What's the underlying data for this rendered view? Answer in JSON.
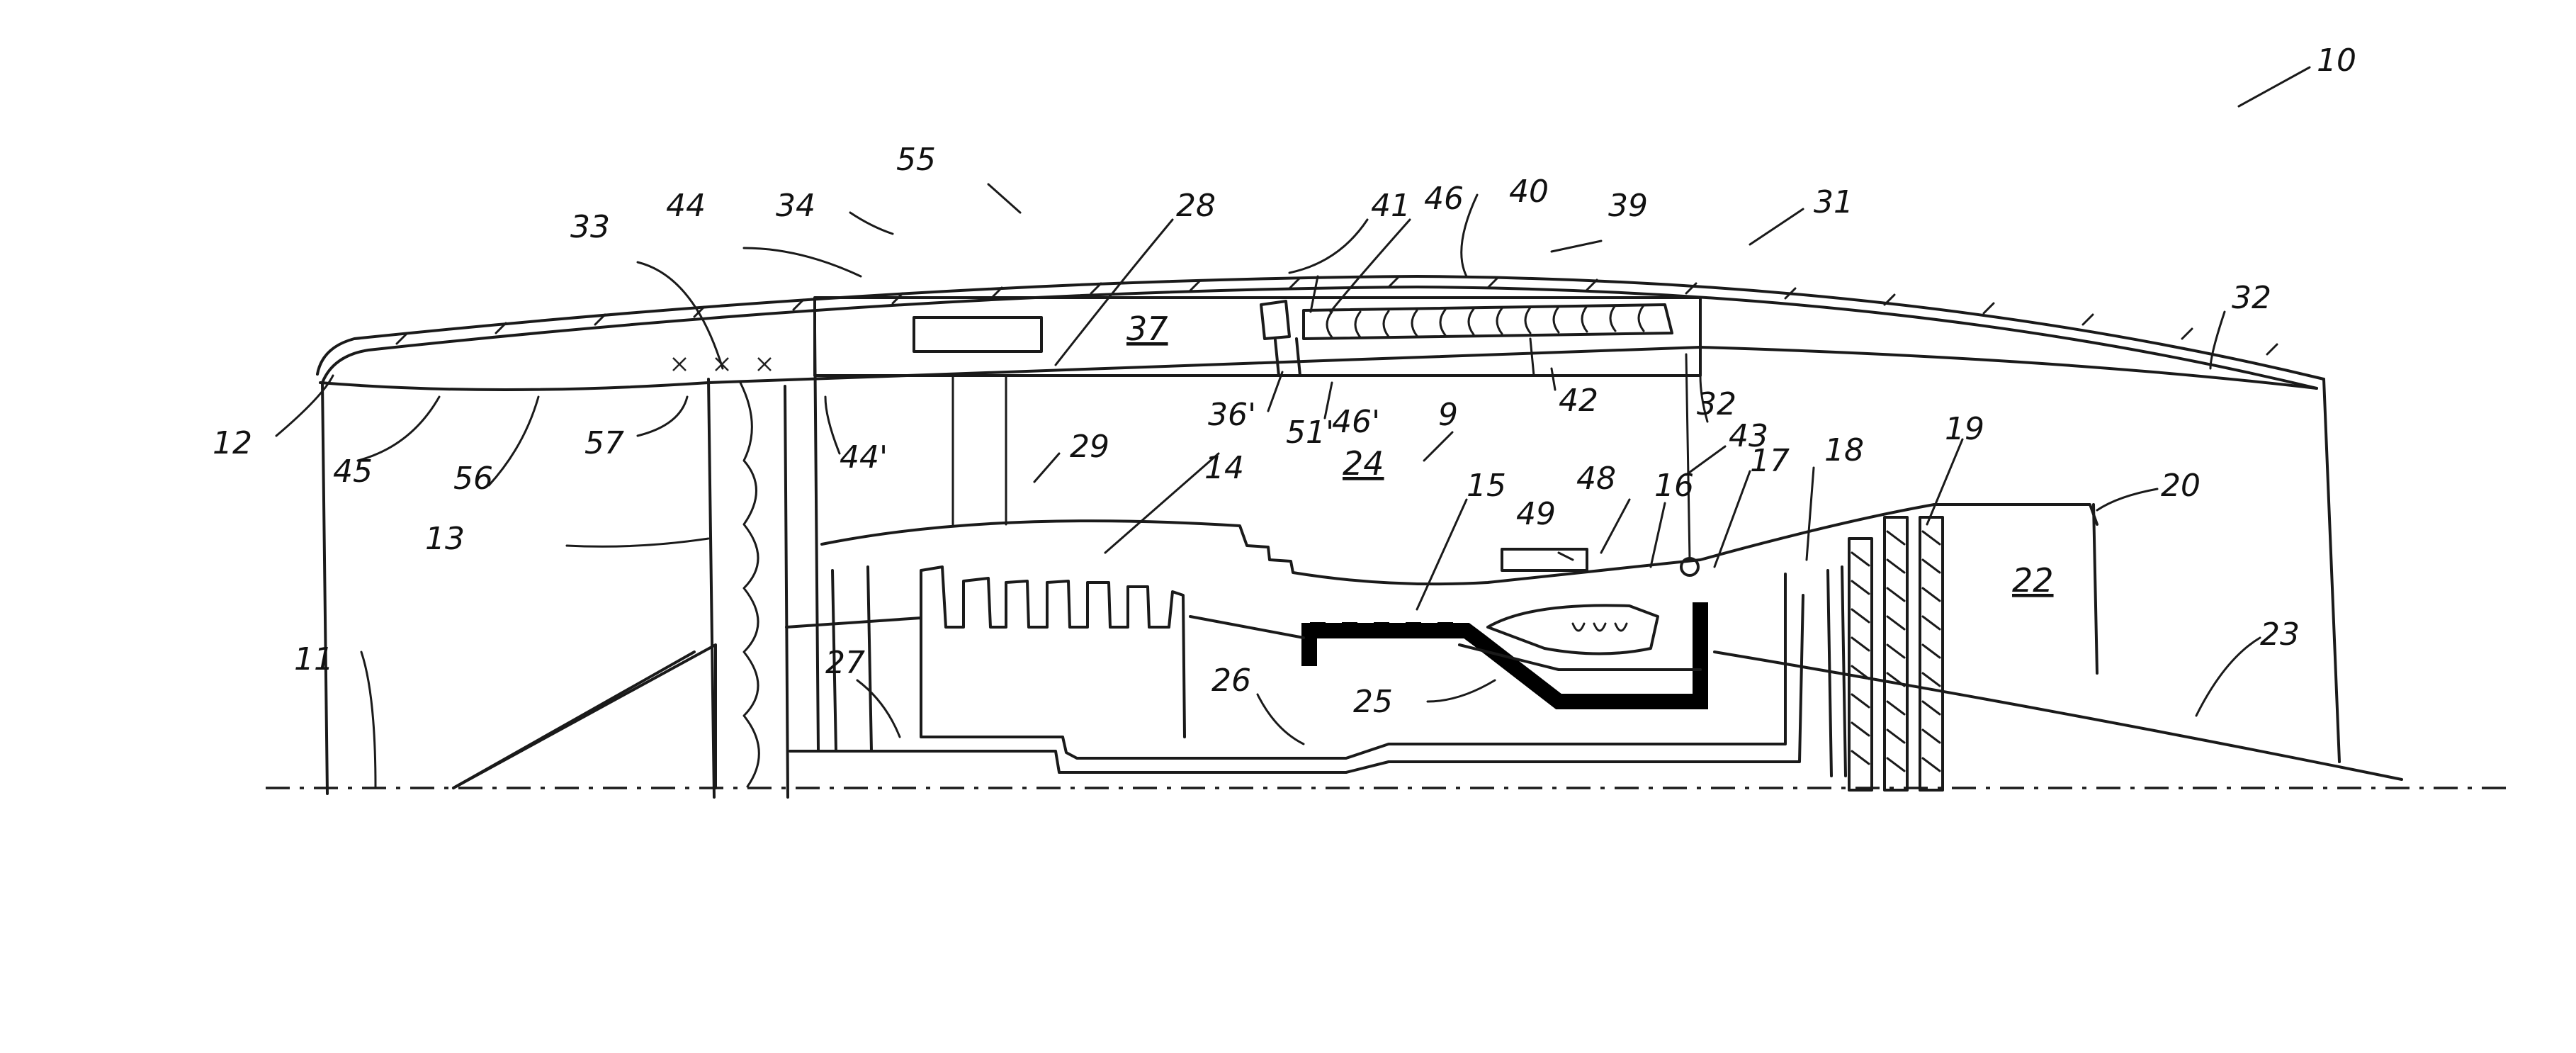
{
  "labels": {
    "l10": "10",
    "l55": "55",
    "l33": "33",
    "l44": "44",
    "l34": "34",
    "l28": "28",
    "l41": "41",
    "l46": "46",
    "l40": "40",
    "l39": "39",
    "l31": "31",
    "l32a": "32",
    "l12": "12",
    "l45": "45",
    "l56": "56",
    "l57": "57",
    "l44p": "44'",
    "l29": "29",
    "l36p": "36'",
    "l51": "51'",
    "l46p": "46'",
    "l42": "42",
    "l37": "37",
    "l32b": "32",
    "l43": "43",
    "l9": "9",
    "l24": "24",
    "l13": "13",
    "l14": "14",
    "l15": "15",
    "l48": "48",
    "l49": "49",
    "l16": "16",
    "l17": "17",
    "l18": "18",
    "l19": "19",
    "l20": "20",
    "l22": "22",
    "l11": "11",
    "l27": "27",
    "l26": "26",
    "l25": "25",
    "l23": "23"
  }
}
